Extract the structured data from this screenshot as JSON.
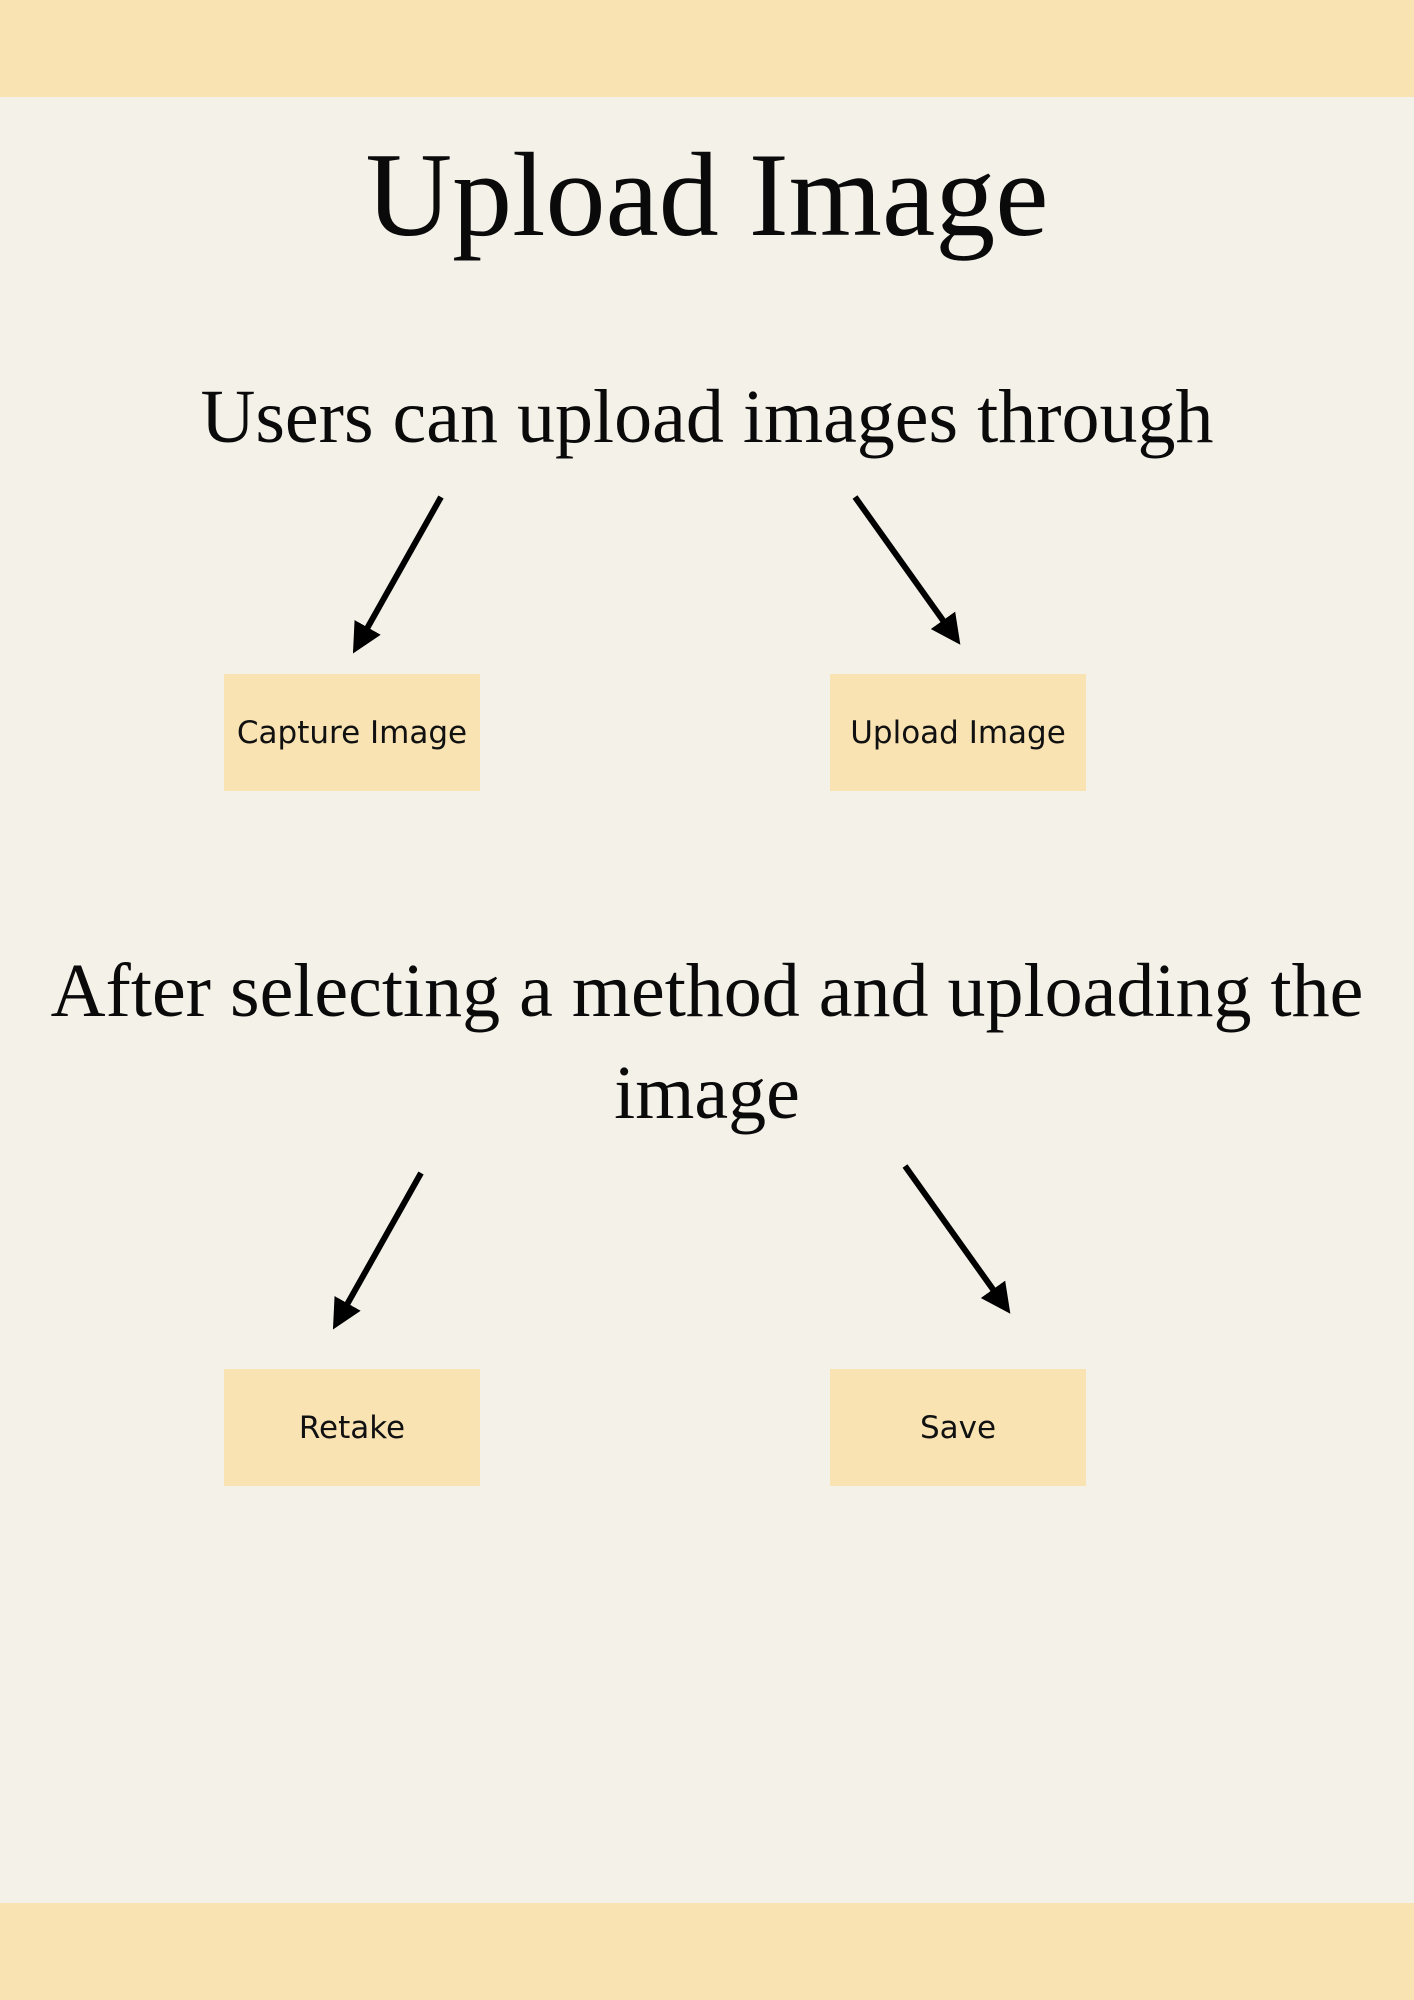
{
  "title": "Upload Image",
  "intro_text": "Users can upload images through",
  "options": {
    "capture_label": "Capture Image",
    "upload_label": "Upload Image"
  },
  "followup_text": "After selecting a method and uploading the image",
  "actions": {
    "retake_label": "Retake",
    "save_label": "Save"
  },
  "colors": {
    "background": "#f4f1e9",
    "accent_band": "#f9e3b2",
    "box_fill": "#f9e3b2",
    "text": "#0a0a0a"
  },
  "icons": [
    "arrow-icon"
  ]
}
